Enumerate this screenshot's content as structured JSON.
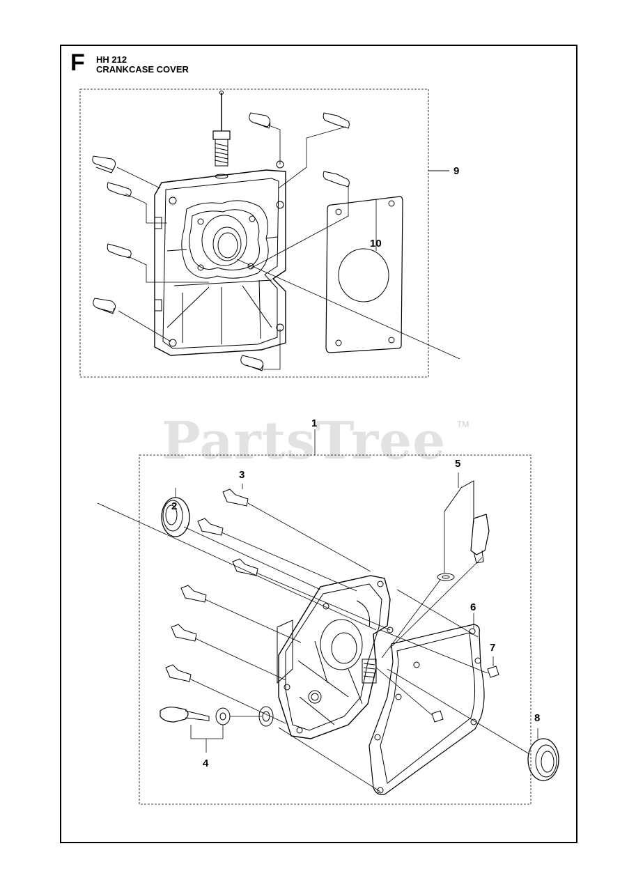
{
  "header": {
    "section_letter": "F",
    "model": "HH 212",
    "title": "CRANKCASE COVER"
  },
  "watermark": {
    "text": "PartsTree",
    "tm": "TM"
  },
  "callouts": {
    "c1": "1",
    "c2": "2",
    "c3": "3",
    "c4": "4",
    "c5": "5",
    "c6": "6",
    "c7": "7",
    "c8": "8",
    "c9": "9",
    "c10": "10"
  },
  "colors": {
    "line": "#000000",
    "watermark": "#bebebe",
    "background": "#ffffff"
  }
}
